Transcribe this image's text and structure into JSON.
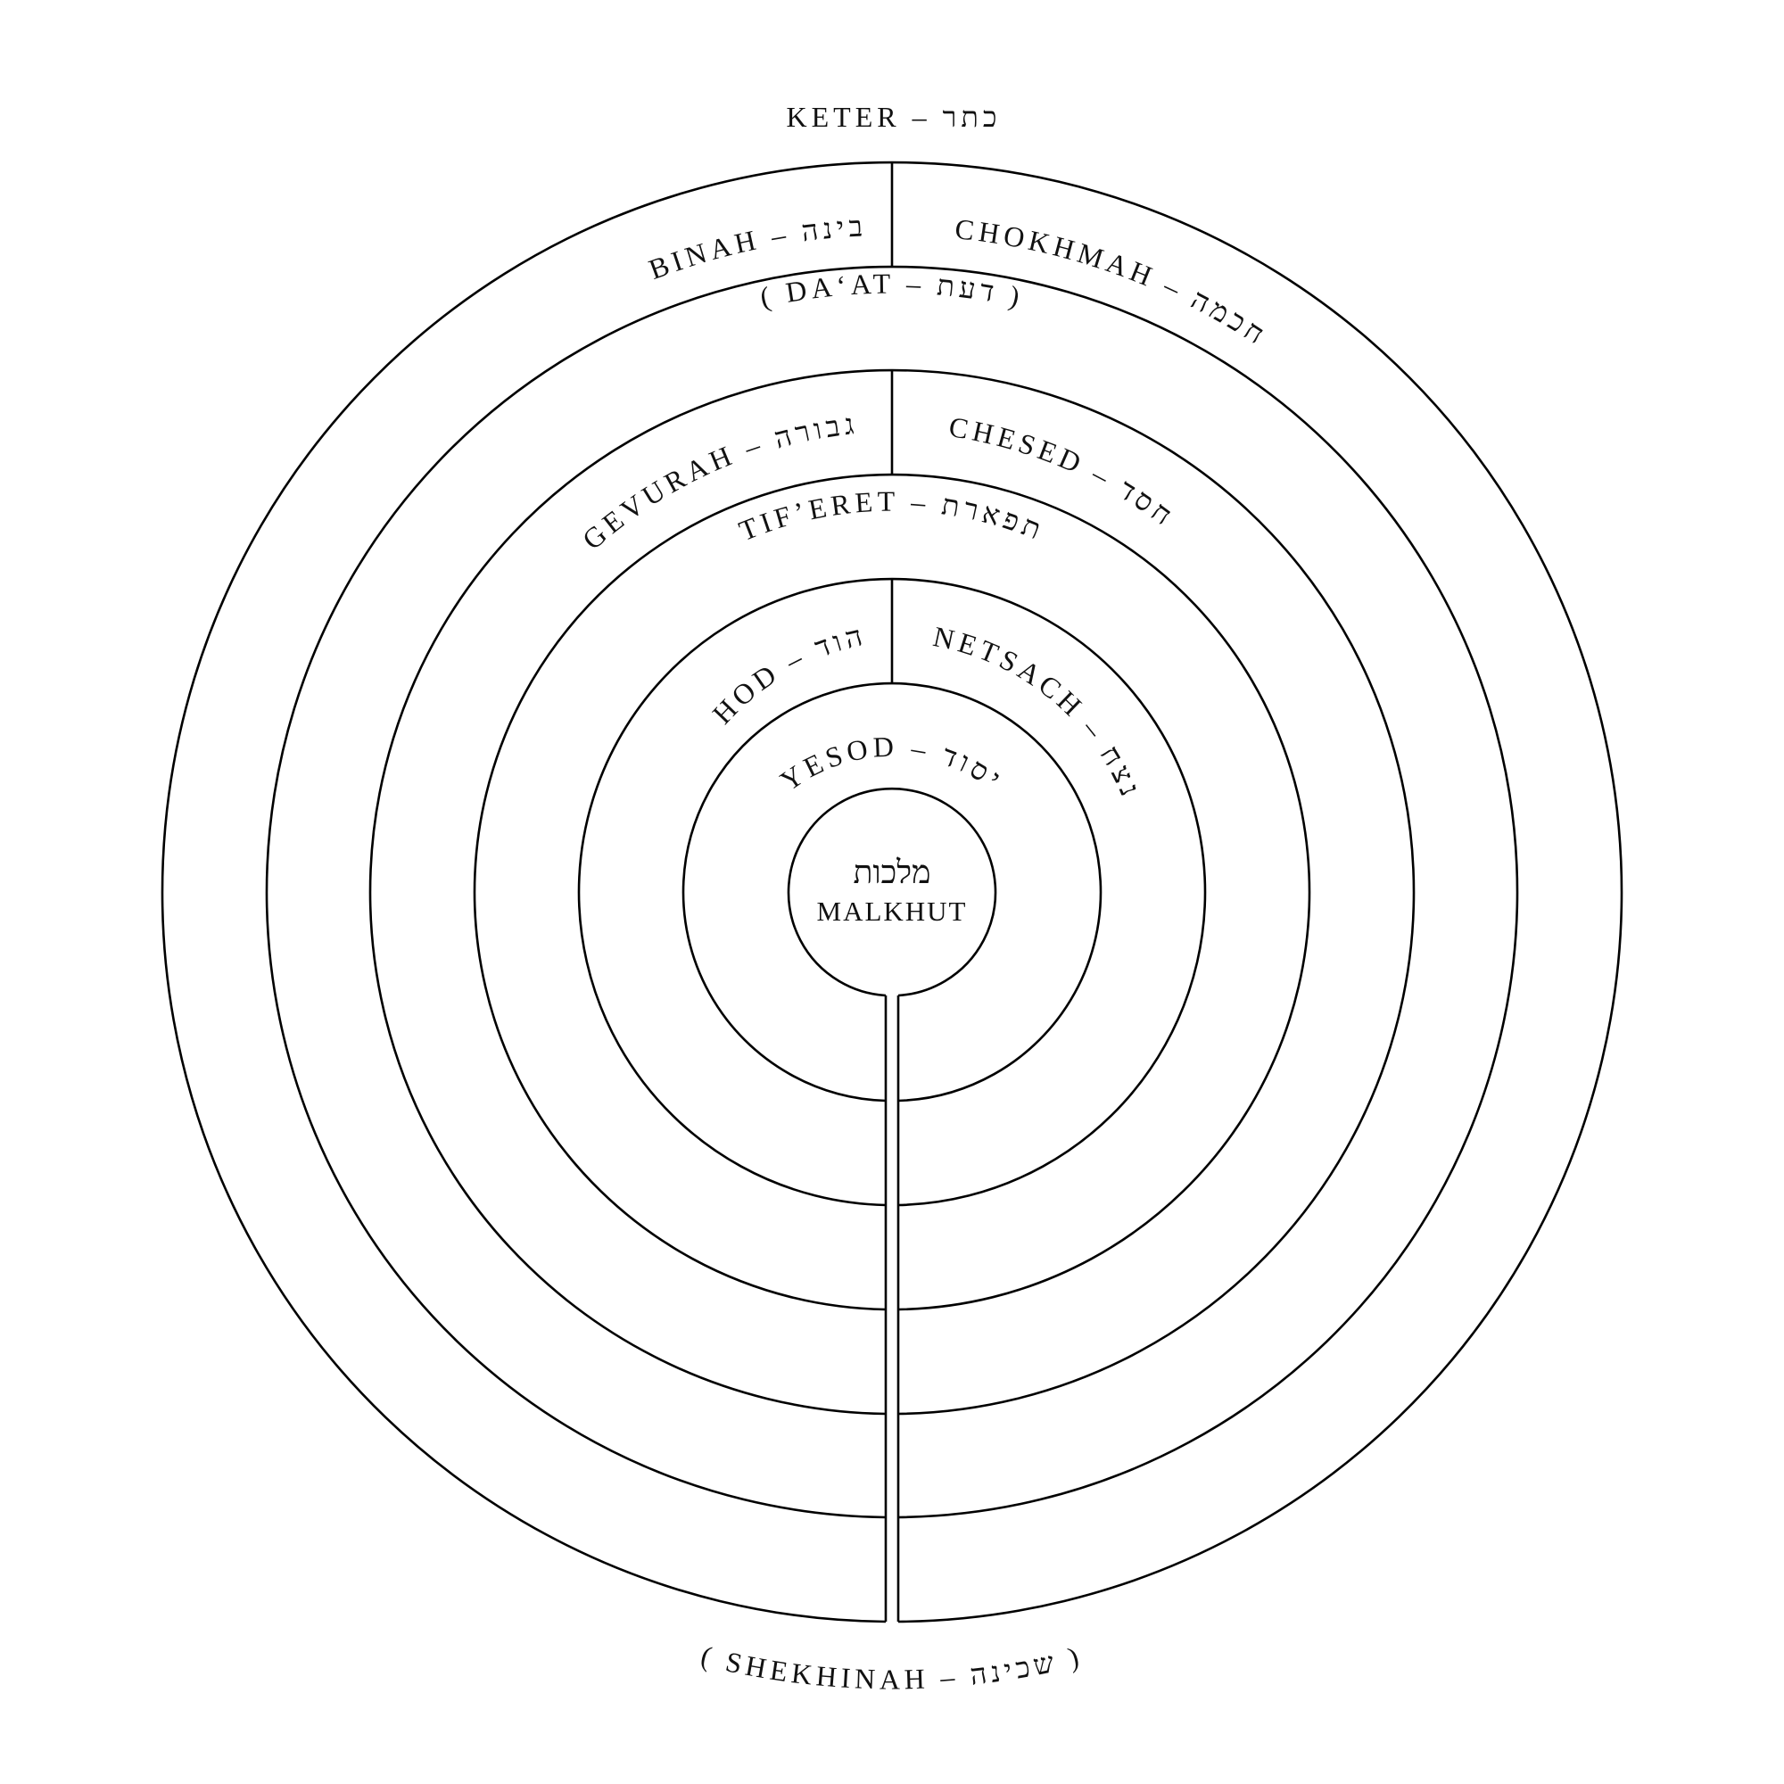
{
  "labels": {
    "keter": "KETER – כתר",
    "binah": "BINAH – בינה",
    "chokhmah": "CHOKHMAH – חכמה",
    "daat": "( DA‘AT – דעת )",
    "gevurah": "GEVURAH – גבורה",
    "chesed": "CHESED – חסד",
    "tiferet": "TIF’ERET – תפארת",
    "hod": "HOD – הוד",
    "netsach": "NETSACH – נצח",
    "yesod": "YESOD – יסוד",
    "malkhut_hebrew": "מלכות",
    "malkhut": "MALKHUT",
    "shekhinah": "( SHEKHINAH – שכינה )"
  }
}
